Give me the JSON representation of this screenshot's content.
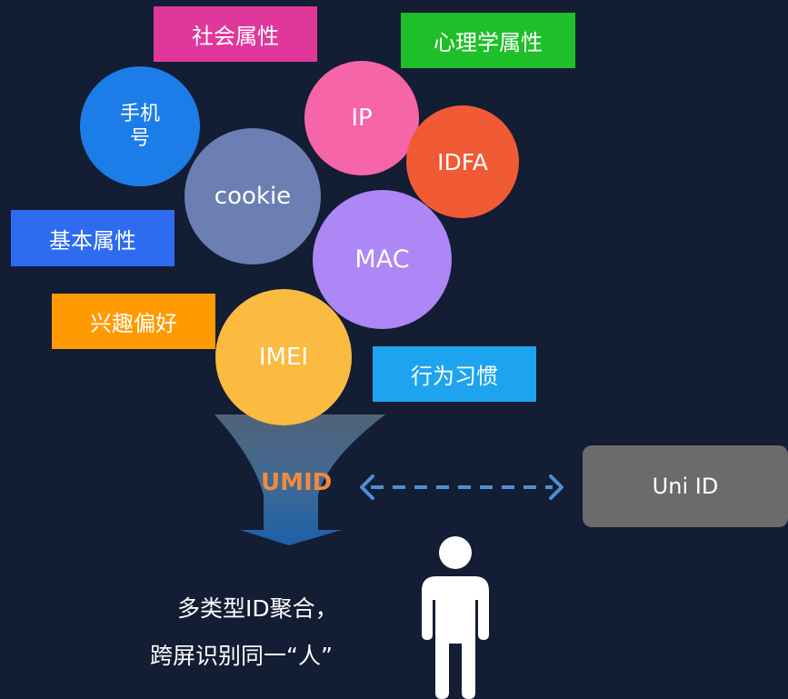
{
  "attributes": {
    "social": "社会属性",
    "psych": "心理学属性",
    "basic": "基本属性",
    "interest": "兴趣偏好",
    "behavior": "行为习惯"
  },
  "ids": {
    "phone": "手机号",
    "ip": "IP",
    "idfa": "IDFA",
    "cookie": "cookie",
    "mac": "MAC",
    "imei": "IMEI"
  },
  "funnel": {
    "label": "UMID"
  },
  "target": {
    "label": "Uni ID"
  },
  "caption": {
    "line1": "多类型ID聚合，",
    "line2": "跨屏识别同一“人”"
  },
  "colors": {
    "background": "#131d34",
    "social": "#e0389a",
    "psych": "#1fbf2a",
    "basic": "#2d6bf0",
    "interest": "#ff9a00",
    "behavior": "#1ea4ee",
    "phone": "#1c7de8",
    "ip": "#f565a8",
    "idfa": "#f05a35",
    "cookie": "#6b7fb3",
    "mac": "#ad87f5",
    "imei": "#fbba40",
    "umid": "#f08a3c",
    "uni_id_box": "#6b6b6b",
    "arrow": "#4f8ed6"
  },
  "icons": {
    "arrow": "double-dashed-arrow-icon",
    "person": "person-icon"
  }
}
